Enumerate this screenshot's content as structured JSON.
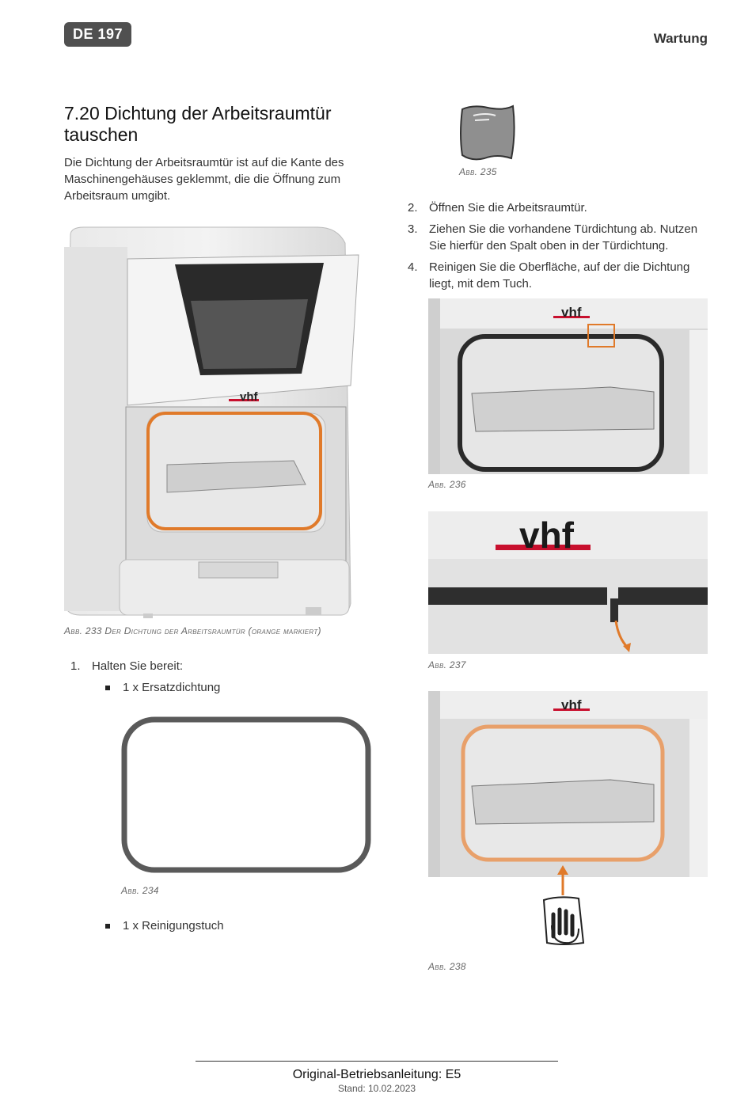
{
  "header": {
    "page_badge": "DE 197",
    "section": "Wartung"
  },
  "section": {
    "title": "7.20 Dichtung der Arbeitsraumtür tauschen",
    "intro": "Die Dichtung der Arbeitsraumtür ist auf die Kante des Maschinengehäuses geklemmt, die die Öffnung zum Arbeitsraum umgibt."
  },
  "figures": {
    "abb233": "Abb. 233  Der Dichtung der Arbeitsraumtür (orange markiert)",
    "abb234": "Abb. 234",
    "abb235": "Abb. 235",
    "abb236": "Abb. 236",
    "abb237": "Abb. 237",
    "abb238": "Abb. 238"
  },
  "logo": {
    "brand": "vhf",
    "accent_color": "#c8102e",
    "seal_color": "#e07a2a"
  },
  "steps": [
    {
      "num": "1.",
      "text": "Halten Sie bereit:"
    },
    {
      "num": "2.",
      "text": "Öffnen Sie die Arbeitsraumtür."
    },
    {
      "num": "3.",
      "text_line1": "Ziehen Sie die vorhandene Türdichtung ab. Nutzen",
      "text_line2": "Sie hierfür den Spalt oben in der Türdichtung."
    },
    {
      "num": "4.",
      "text_line1": "Reinigen Sie die Oberfläche, auf der die Dichtung",
      "text_line2": "liegt, mit dem Tuch."
    }
  ],
  "bullets": [
    {
      "text": "1 x Ersatzdichtung"
    },
    {
      "text": "1 x Reinigungstuch"
    }
  ],
  "footer": {
    "title": "Original-Betriebsanleitung: E5",
    "date": "Stand: 10.02.2023"
  }
}
